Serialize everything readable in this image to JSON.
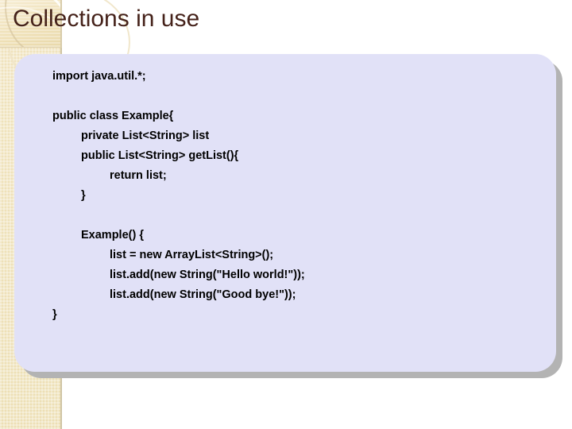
{
  "slide": {
    "title": "Collections in use",
    "title_color": "#45221a",
    "background_color": "#ffffff"
  },
  "decor": {
    "sidebar_color": "#efe1ba",
    "sidebar_edge_color": "#cfc4a4",
    "header_block_color": "#efe0b6",
    "arc_icon": "arc-swoosh-decoration"
  },
  "code_panel": {
    "background_color": "#e1e1f7",
    "shadow_color": "#b3b3b3",
    "text_color": "#000000",
    "language": "java",
    "lines": [
      {
        "text": "import java.util.*;",
        "indent": 0
      },
      {
        "text": "",
        "indent": 0
      },
      {
        "text": "public class Example{",
        "indent": 0
      },
      {
        "text": "private List<String> list",
        "indent": 1
      },
      {
        "text": "public List<String> getList(){",
        "indent": 1
      },
      {
        "text": "return list;",
        "indent": 2
      },
      {
        "text": "}",
        "indent": 1
      },
      {
        "text": "",
        "indent": 0
      },
      {
        "text": "Example() {",
        "indent": 1
      },
      {
        "text": "list = new ArrayList<String>();",
        "indent": 2
      },
      {
        "text": "list.add(new String(\"Hello world!\"));",
        "indent": 2
      },
      {
        "text": "list.add(new String(\"Good bye!\"));",
        "indent": 2
      },
      {
        "text": "}",
        "indent": 0
      }
    ]
  }
}
